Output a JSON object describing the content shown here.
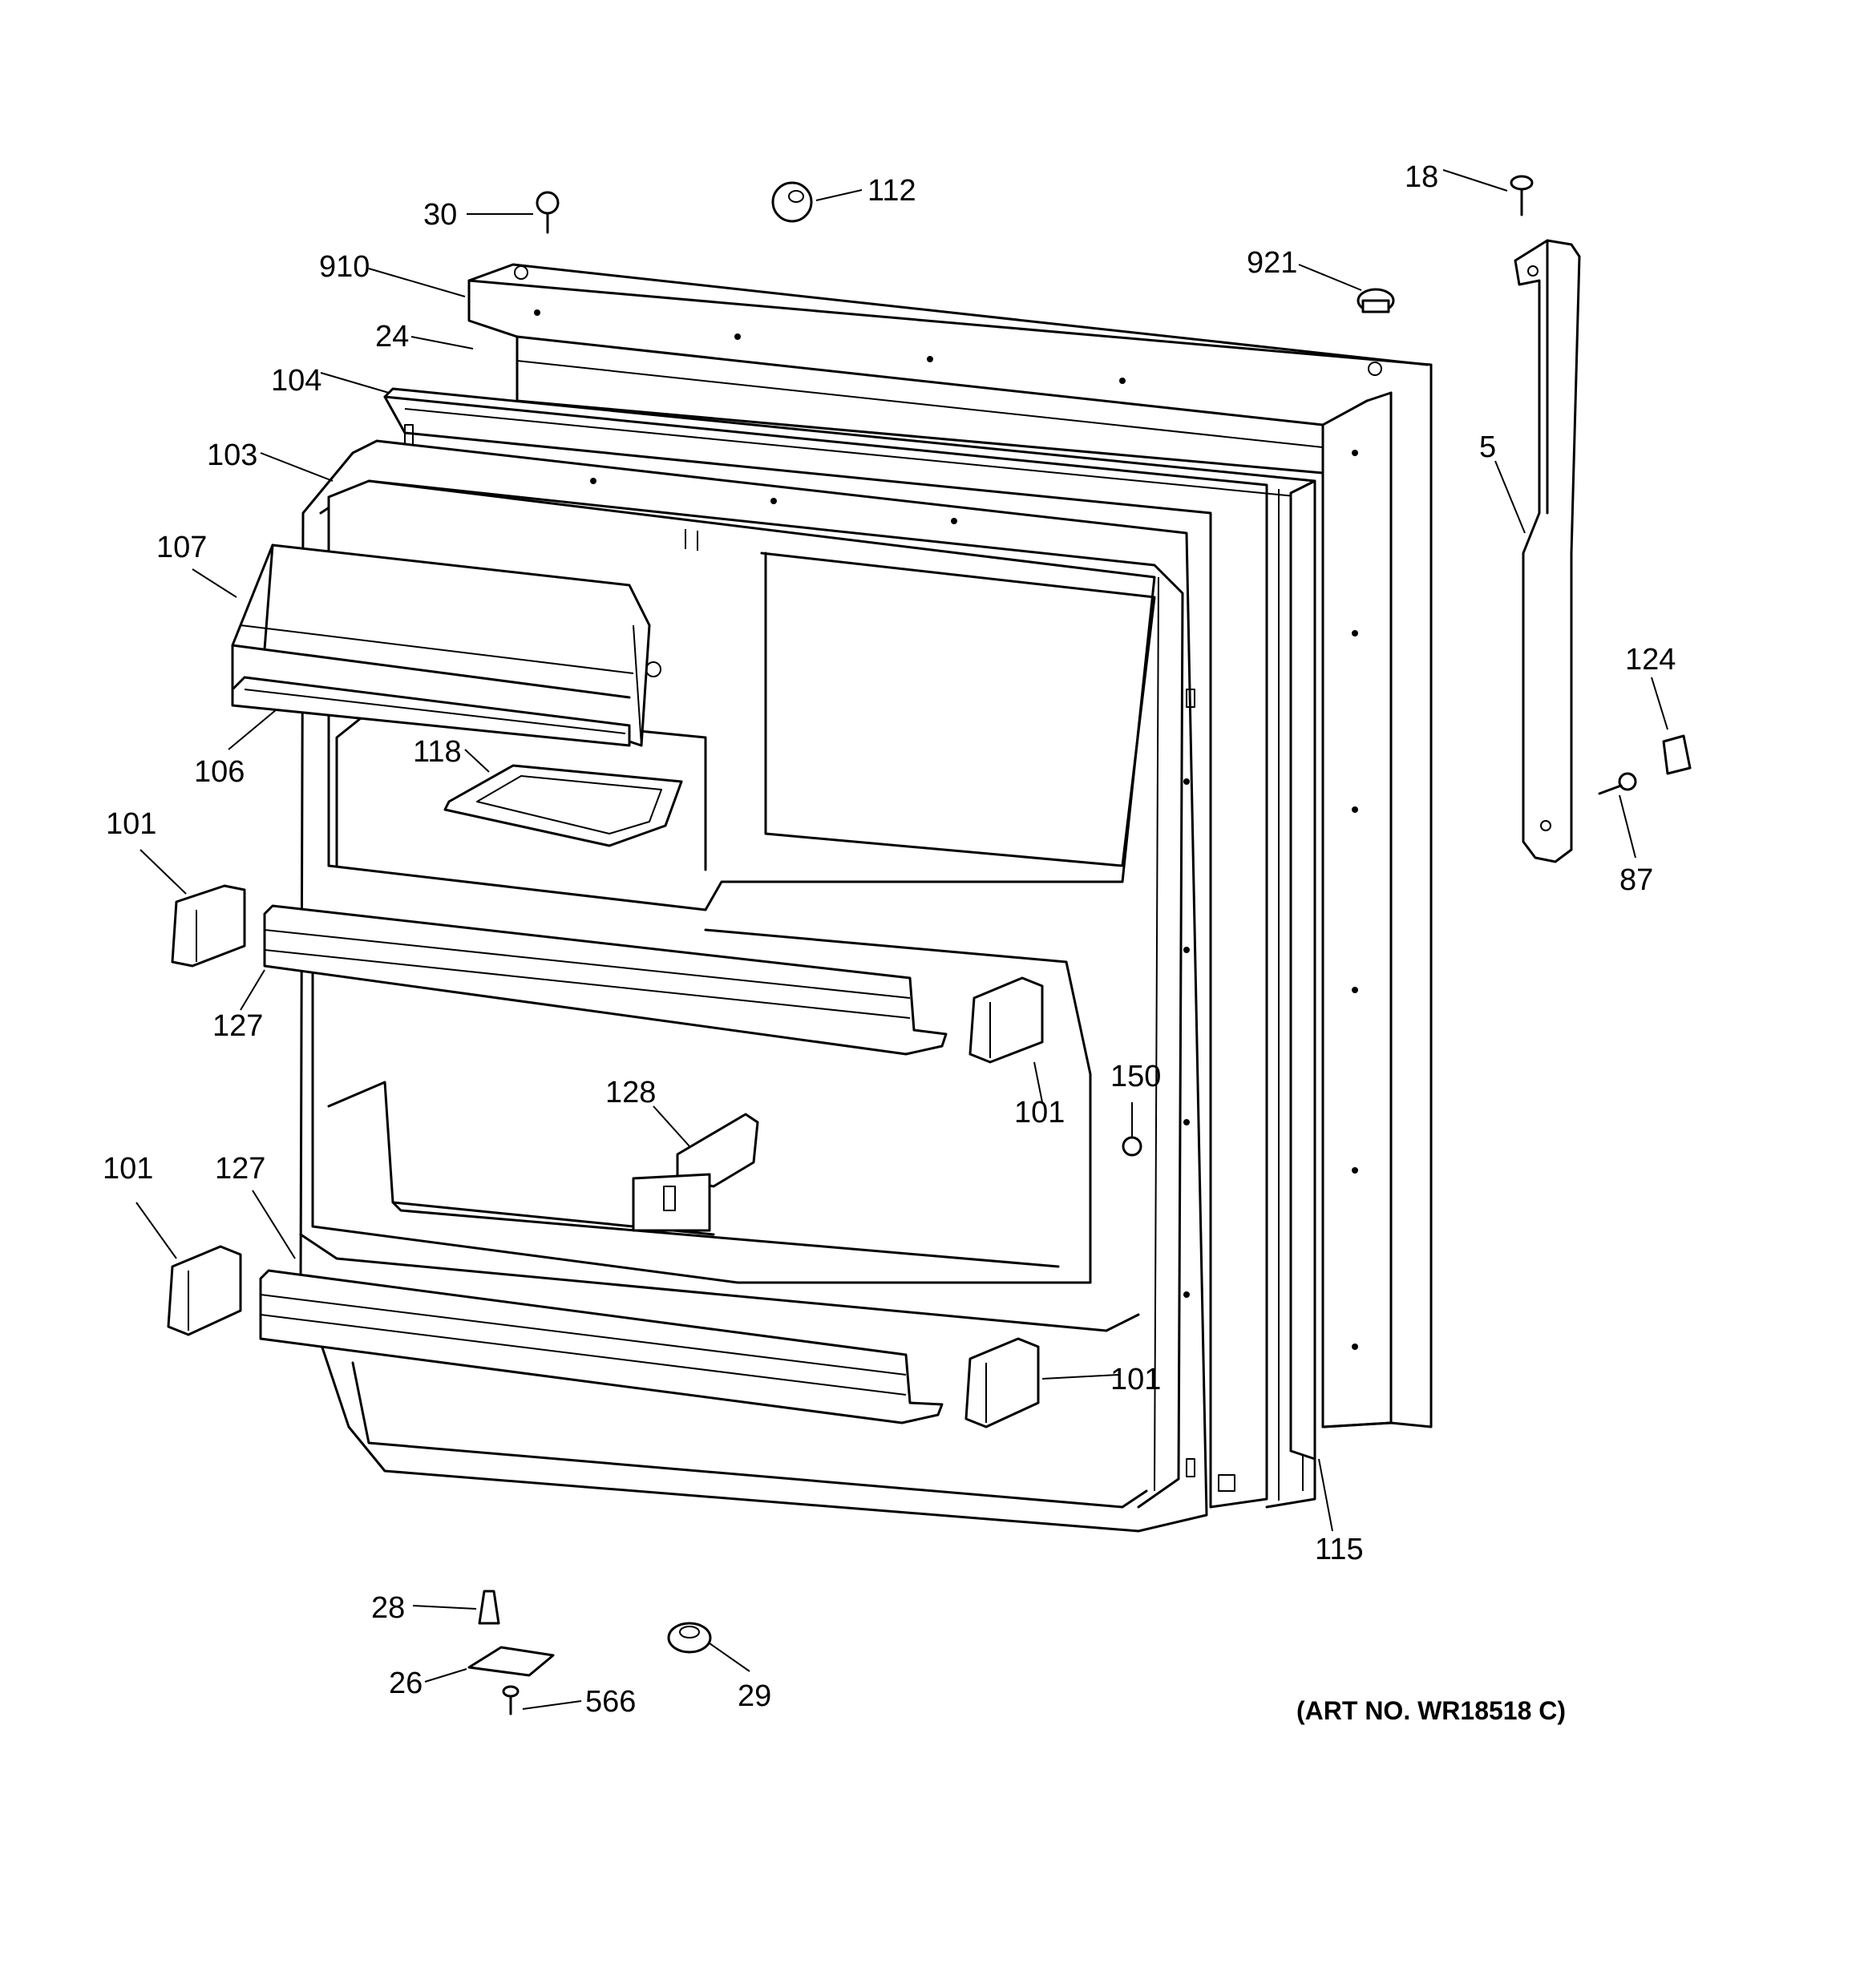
{
  "diagram": {
    "callouts": [
      {
        "id": "c30",
        "label": "30"
      },
      {
        "id": "c112",
        "label": "112"
      },
      {
        "id": "c18",
        "label": "18"
      },
      {
        "id": "c910",
        "label": "910"
      },
      {
        "id": "c921",
        "label": "921"
      },
      {
        "id": "c24",
        "label": "24"
      },
      {
        "id": "c104",
        "label": "104"
      },
      {
        "id": "c5",
        "label": "5"
      },
      {
        "id": "c103",
        "label": "103"
      },
      {
        "id": "c107",
        "label": "107"
      },
      {
        "id": "c124",
        "label": "124"
      },
      {
        "id": "c118",
        "label": "118"
      },
      {
        "id": "c106",
        "label": "106"
      },
      {
        "id": "c87",
        "label": "87"
      },
      {
        "id": "c101a",
        "label": "101"
      },
      {
        "id": "c127a",
        "label": "127"
      },
      {
        "id": "c150",
        "label": "150"
      },
      {
        "id": "c128",
        "label": "128"
      },
      {
        "id": "c101b",
        "label": "101"
      },
      {
        "id": "c101c",
        "label": "101"
      },
      {
        "id": "c127b",
        "label": "127"
      },
      {
        "id": "c101d",
        "label": "101"
      },
      {
        "id": "c115",
        "label": "115"
      },
      {
        "id": "c28",
        "label": "28"
      },
      {
        "id": "c26",
        "label": "26"
      },
      {
        "id": "c566",
        "label": "566"
      },
      {
        "id": "c29",
        "label": "29"
      }
    ],
    "art_number": "(ART NO. WR18518 C)"
  }
}
